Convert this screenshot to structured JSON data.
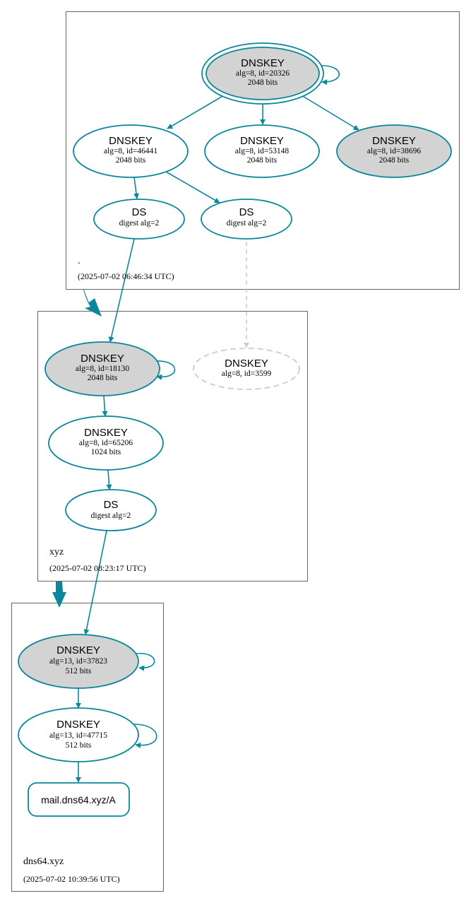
{
  "colors": {
    "edge": "#0a879a",
    "sep_fill": "#d3d3d3",
    "dashed": "#cccccc",
    "zone_border": "#666666"
  },
  "zones": {
    "root": {
      "name": ".",
      "timestamp": "(2025-07-02 06:46:34 UTC)"
    },
    "xyz": {
      "name": "xyz",
      "timestamp": "(2025-07-02 08:23:17 UTC)"
    },
    "dns64": {
      "name": "dns64.xyz",
      "timestamp": "(2025-07-02 10:39:56 UTC)"
    }
  },
  "nodes": {
    "root_ksk": {
      "title": "DNSKEY",
      "line1": "alg=8, id=20326",
      "line2": "2048 bits"
    },
    "root_zsk1": {
      "title": "DNSKEY",
      "line1": "alg=8, id=46441",
      "line2": "2048 bits"
    },
    "root_zsk2": {
      "title": "DNSKEY",
      "line1": "alg=8, id=53148",
      "line2": "2048 bits"
    },
    "root_ksk2": {
      "title": "DNSKEY",
      "line1": "alg=8, id=38696",
      "line2": "2048 bits"
    },
    "root_ds1": {
      "title": "DS",
      "line1": "digest alg=2"
    },
    "root_ds2": {
      "title": "DS",
      "line1": "digest alg=2"
    },
    "xyz_ksk": {
      "title": "DNSKEY",
      "line1": "alg=8, id=18130",
      "line2": "2048 bits"
    },
    "xyz_missing": {
      "title": "DNSKEY",
      "line1": "alg=8, id=3599"
    },
    "xyz_zsk": {
      "title": "DNSKEY",
      "line1": "alg=8, id=65206",
      "line2": "1024 bits"
    },
    "xyz_ds": {
      "title": "DS",
      "line1": "digest alg=2"
    },
    "dns64_ksk": {
      "title": "DNSKEY",
      "line1": "alg=13, id=37823",
      "line2": "512 bits"
    },
    "dns64_zsk": {
      "title": "DNSKEY",
      "line1": "alg=13, id=47715",
      "line2": "512 bits"
    },
    "dns64_rr": {
      "title": "mail.dns64.xyz/A"
    }
  }
}
